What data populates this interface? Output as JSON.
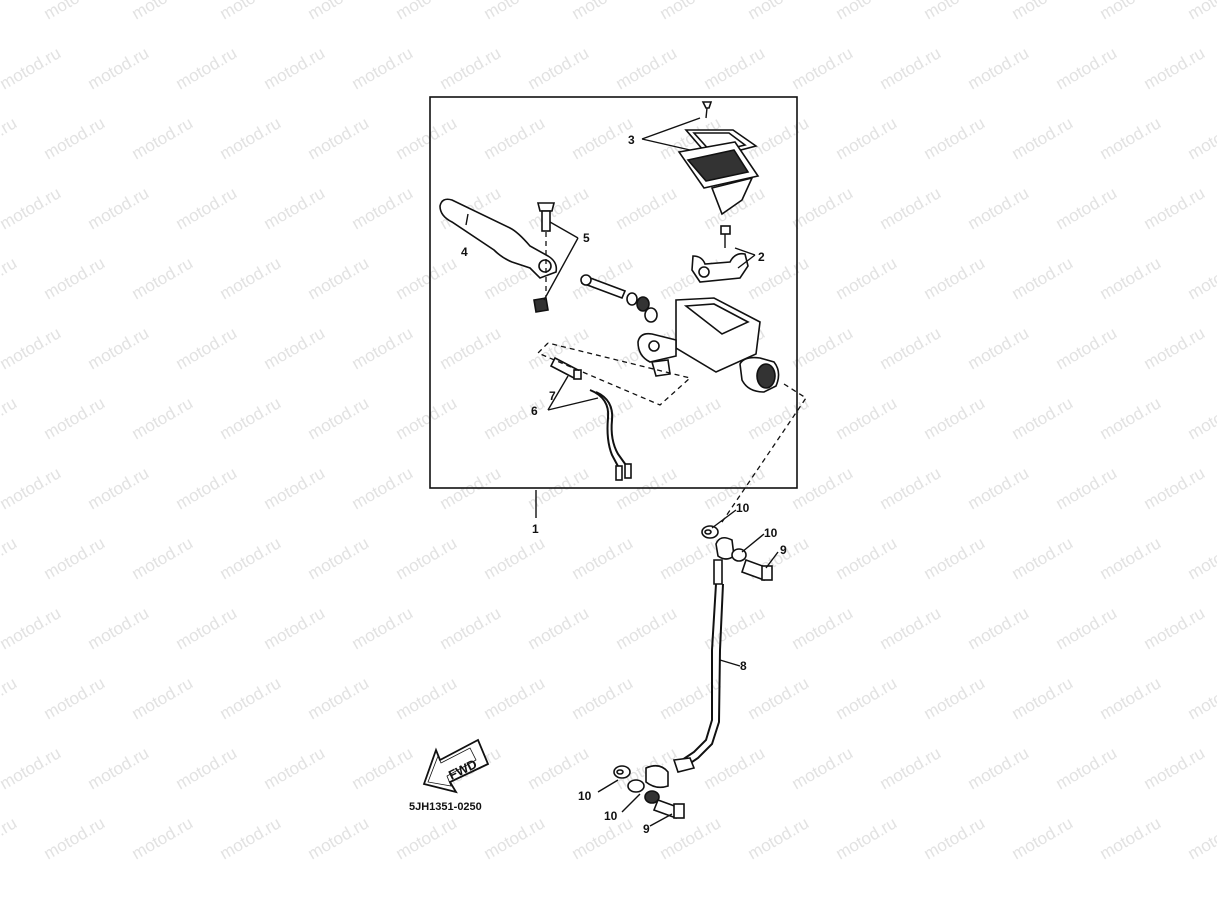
{
  "watermark": {
    "text": "motod.ru"
  },
  "diagram": {
    "callouts": {
      "c1": "1",
      "c2": "2",
      "c3": "3",
      "c4": "4",
      "c5": "5",
      "c6": "6",
      "c7": "7",
      "c8": "8",
      "c9a": "9",
      "c9b": "9",
      "c10a": "10",
      "c10b": "10",
      "c10c": "10",
      "c10d": "10"
    },
    "direction_label": "FWD",
    "drawing_code": "5JH1351-0250"
  }
}
